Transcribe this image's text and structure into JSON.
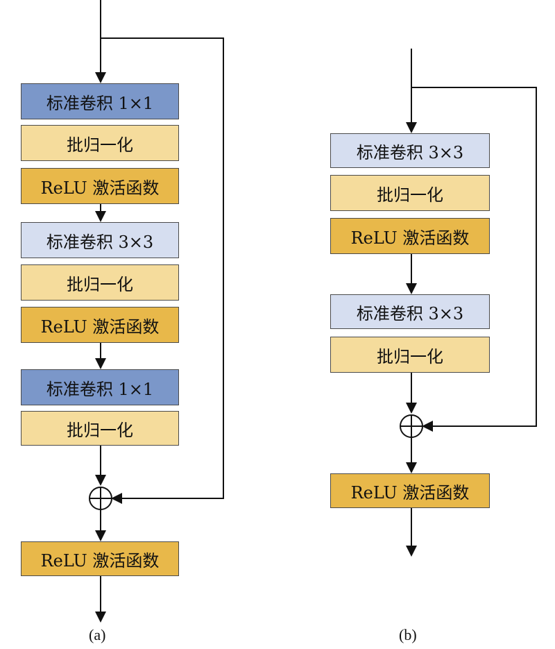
{
  "diagram_a": {
    "blocks": [
      {
        "label": "标准卷积 1×1",
        "kind": "conv-dark"
      },
      {
        "label": "批归一化",
        "kind": "bn"
      },
      {
        "label": "ReLU 激活函数",
        "kind": "relu"
      },
      {
        "label": "标准卷积 3×3",
        "kind": "conv-light"
      },
      {
        "label": "批归一化",
        "kind": "bn"
      },
      {
        "label": "ReLU 激活函数",
        "kind": "relu"
      },
      {
        "label": "标准卷积 1×1",
        "kind": "conv-dark"
      },
      {
        "label": "批归一化",
        "kind": "bn"
      },
      {
        "label": "ReLU 激活函数",
        "kind": "relu"
      }
    ],
    "caption": "(a)"
  },
  "diagram_b": {
    "blocks": [
      {
        "label": "标准卷积 3×3",
        "kind": "conv-light"
      },
      {
        "label": "批归一化",
        "kind": "bn"
      },
      {
        "label": "ReLU 激活函数",
        "kind": "relu"
      },
      {
        "label": "标准卷积 3×3",
        "kind": "conv-light"
      },
      {
        "label": "批归一化",
        "kind": "bn"
      },
      {
        "label": "ReLU 激活函数",
        "kind": "relu"
      }
    ],
    "caption": "(b)"
  },
  "colors": {
    "conv_dark": "#7b97c9",
    "conv_light": "#d6def0",
    "batch_norm": "#f5dc9c",
    "relu": "#e8b84a",
    "line": "#111111"
  }
}
